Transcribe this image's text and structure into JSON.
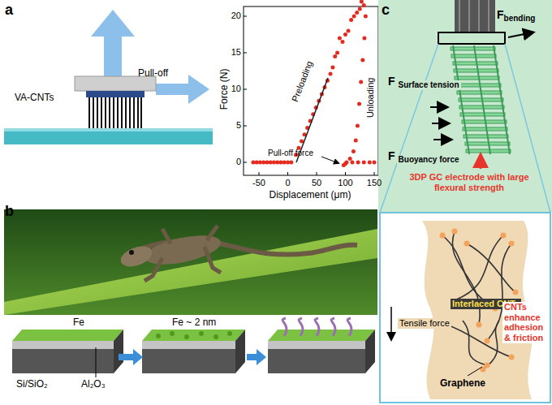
{
  "diagram": {
    "labels": [
      "a",
      "Pull-off",
      "VA-CNTs",
      "Force (N)",
      "Displacement (μm)",
      "0",
      "5",
      "10",
      "15",
      "20",
      "-50",
      "0",
      "50",
      "100",
      "150",
      "Preloading",
      "Unloading",
      "Pull-off force",
      "b",
      "Fe",
      "Fe ~ 2 nm",
      "Si/SiO₂",
      "Al₂O₃",
      "c",
      "F",
      "Surface tension",
      "F",
      "bending",
      "F",
      "Buoyancy force",
      "3DP GC electrode with large flexural strength",
      "Interlaced CNTs",
      "Tensile force",
      "CNTs enhance adhesion & friction",
      "Graphene"
    ]
  }
}
